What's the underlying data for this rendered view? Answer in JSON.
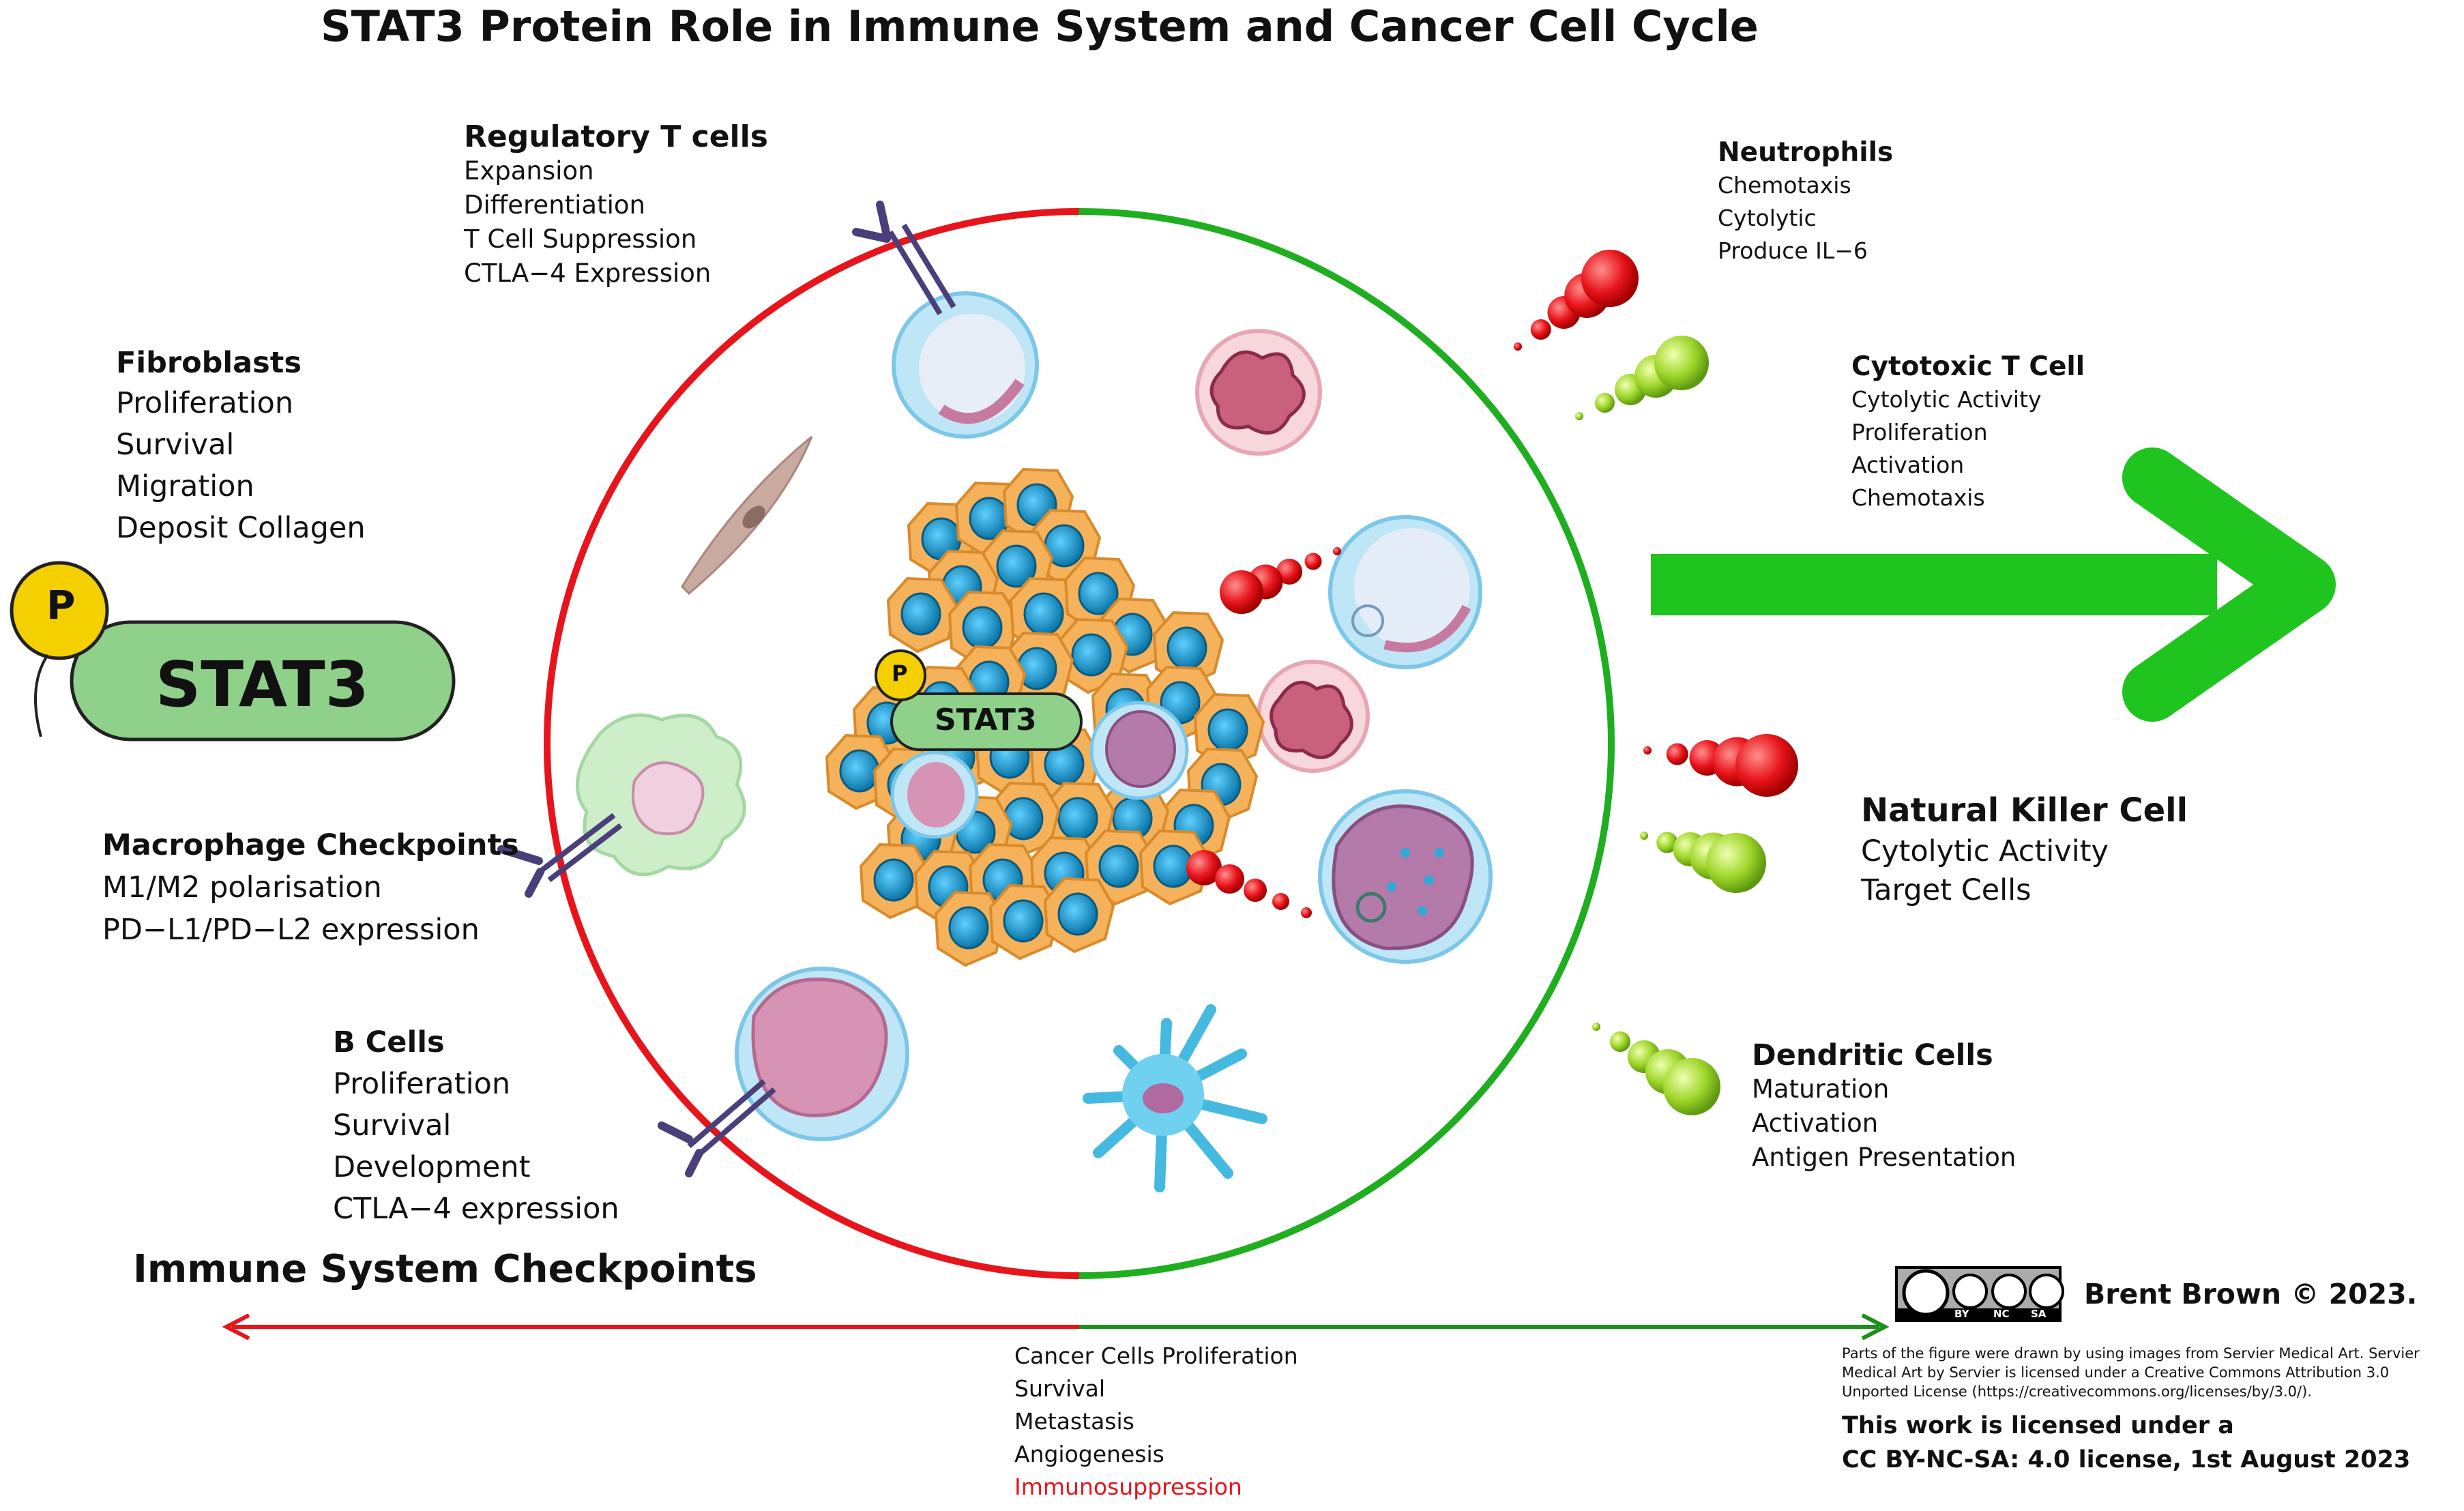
{
  "title": "STAT3 Protein Role in Immune System and Cancer Cell Cycle",
  "stat3_main": {
    "label": "STAT3",
    "phospho": "P"
  },
  "stat3_center": {
    "label": "STAT3",
    "phospho": "P"
  },
  "regulatory_t_cells": {
    "heading": "Regulatory T cells",
    "items": [
      "Expansion",
      "Differentiation",
      "T Cell Suppression",
      "CTLA−4 Expression"
    ]
  },
  "fibroblasts": {
    "heading": "Fibroblasts",
    "items": [
      "Proliferation",
      "Survival",
      "Migration",
      "Deposit Collagen"
    ]
  },
  "macrophage": {
    "heading": "Macrophage Checkpoints",
    "items": [
      "M1/M2 polarisation",
      "PD−L1/PD−L2 expression"
    ]
  },
  "b_cells": {
    "heading": "B Cells",
    "items": [
      "Proliferation",
      "Survival",
      "Development",
      "CTLA−4 expression"
    ]
  },
  "neutrophils": {
    "heading": "Neutrophils",
    "items": [
      "Chemotaxis",
      "Cytolytic",
      "Produce IL−6"
    ]
  },
  "cytotoxic_t_cell": {
    "heading": "Cytotoxic T Cell",
    "items": [
      "Cytolytic Activity",
      "Proliferation",
      "Activation",
      "Chemotaxis"
    ]
  },
  "natural_killer_cell": {
    "heading": "Natural Killer Cell",
    "items": [
      "Cytolytic Activity",
      "Target Cells"
    ]
  },
  "dendritic_cells": {
    "heading": "Dendritic Cells",
    "items": [
      "Maturation",
      "Activation",
      "Antigen Presentation"
    ]
  },
  "immune_checkpoints": {
    "heading": "Immune System Checkpoints"
  },
  "cancer_cells": {
    "items": [
      "Cancer Cells Proliferation",
      "Survival",
      "Metastasis",
      "Angiogenesis"
    ],
    "highlight": "Immunosuppression"
  },
  "license": {
    "badge": [
      "BY",
      "NC",
      "SA"
    ],
    "author": "Brent Brown © 2023.",
    "servier_note": "Parts of the figure were drawn by using images from Servier Medical Art. Servier Medical Art by Servier is licensed under a Creative Commons Attribution 3.0 Unported License (https://creativecommons.org/licenses/by/3.0/).",
    "line1": "This work is licensed under a",
    "line2": "CC BY-NC-SA: 4.0 license, 1st August 2023"
  },
  "colors": {
    "red": "#e8141b",
    "green": "#1fae1f",
    "stat3_fill": "#8fd18a",
    "phospho": "#f5d000"
  }
}
